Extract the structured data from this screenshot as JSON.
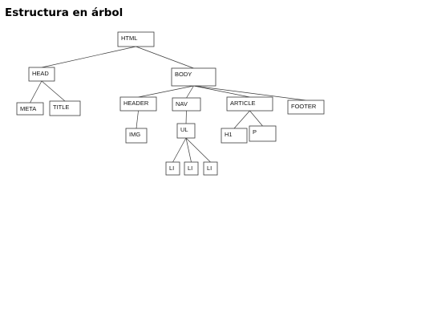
{
  "title": "Estructura en árbol",
  "nodes": [
    {
      "id": "html",
      "label": "HTML"
    },
    {
      "id": "head",
      "label": "HEAD"
    },
    {
      "id": "body",
      "label": "BODY"
    },
    {
      "id": "meta",
      "label": "META"
    },
    {
      "id": "title",
      "label": "TITLE"
    },
    {
      "id": "header",
      "label": "HEADER"
    },
    {
      "id": "nav",
      "label": "NAV"
    },
    {
      "id": "article",
      "label": "ARTICLE"
    },
    {
      "id": "footer",
      "label": "FOOTER"
    },
    {
      "id": "img",
      "label": "IMG"
    },
    {
      "id": "ul",
      "label": "UL"
    },
    {
      "id": "h1",
      "label": "H1"
    },
    {
      "id": "p",
      "label": "P"
    },
    {
      "id": "li1",
      "label": "LI"
    },
    {
      "id": "li2",
      "label": "LI"
    },
    {
      "id": "li3",
      "label": "LI"
    }
  ],
  "edges": [
    [
      "html",
      "head"
    ],
    [
      "html",
      "body"
    ],
    [
      "head",
      "meta"
    ],
    [
      "head",
      "title"
    ],
    [
      "body",
      "header"
    ],
    [
      "body",
      "nav"
    ],
    [
      "body",
      "article"
    ],
    [
      "body",
      "footer"
    ],
    [
      "header",
      "img"
    ],
    [
      "nav",
      "ul"
    ],
    [
      "article",
      "h1"
    ],
    [
      "article",
      "p"
    ],
    [
      "ul",
      "li1"
    ],
    [
      "ul",
      "li2"
    ],
    [
      "ul",
      "li3"
    ]
  ]
}
